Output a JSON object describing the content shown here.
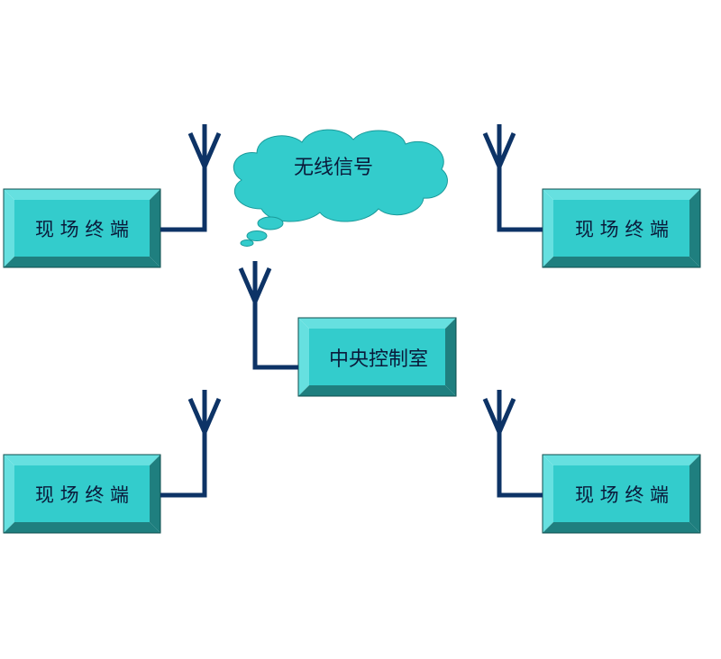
{
  "cloud": {
    "label": "无线信号"
  },
  "control_room": {
    "label": "中央控制室"
  },
  "terminals": [
    {
      "label": "现 场 终 端"
    },
    {
      "label": "现 场 终 端"
    },
    {
      "label": "现 场 终 端"
    },
    {
      "label": "现 场 终 端"
    }
  ],
  "colors": {
    "box_face": "#33cccc",
    "box_light": "#66e0e0",
    "box_dark": "#1f7f7f",
    "wire": "#0d3366",
    "text": "#0a1a3a"
  }
}
